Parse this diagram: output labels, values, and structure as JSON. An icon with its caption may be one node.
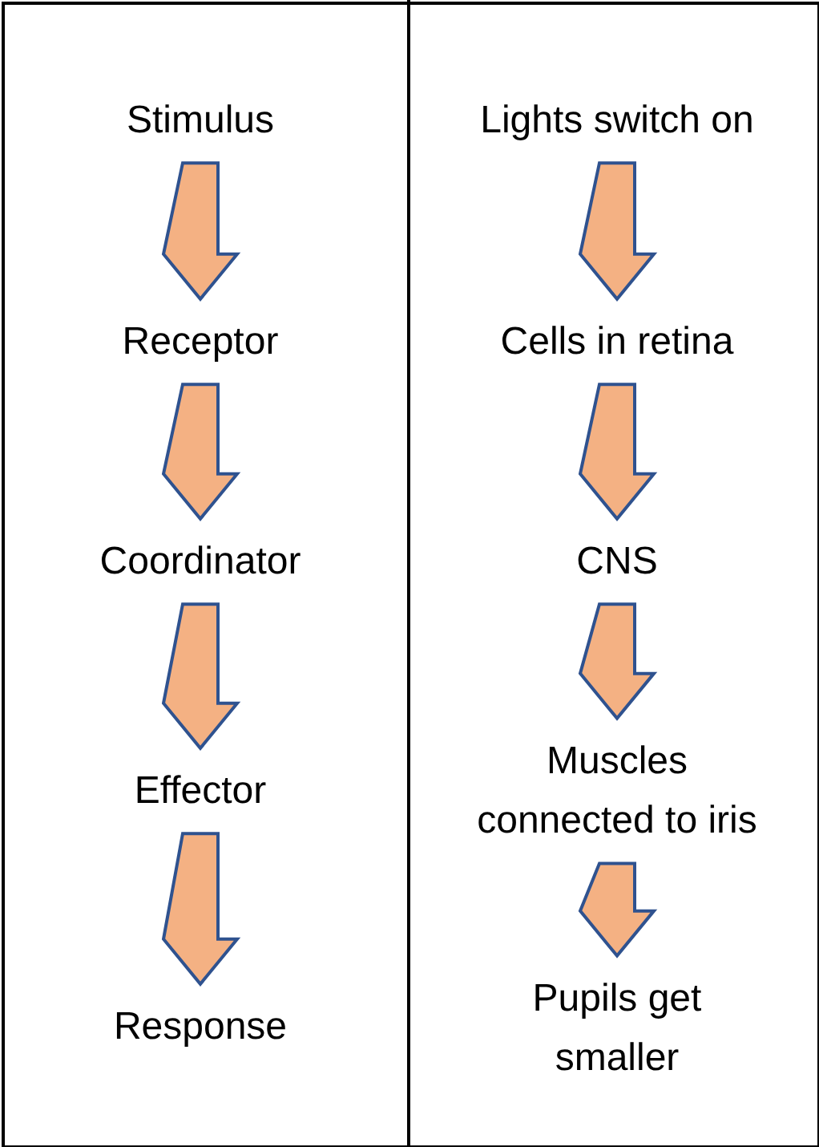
{
  "diagram": {
    "nodes": [
      {
        "text": [
          "Stimulus"
        ]
      },
      {
        "text": [
          "Receptor"
        ]
      },
      {
        "text": [
          "Coordinator"
        ]
      },
      {
        "text": [
          "Effector"
        ]
      },
      {
        "text": [
          "Response"
        ]
      },
      {
        "text": [
          "Lights switch on"
        ]
      },
      {
        "text": [
          "Cells in retina"
        ]
      },
      {
        "text": [
          "CNS"
        ]
      },
      {
        "text": [
          "Muscles connected to iris"
        ]
      },
      {
        "text": [
          "Pupils get smaller"
        ]
      }
    ],
    "edges": [
      {
        "from": 0,
        "to": 1,
        "arrow": "to"
      },
      {
        "from": 1,
        "to": 2,
        "arrow": "to"
      },
      {
        "from": 2,
        "to": 3,
        "arrow": "to"
      },
      {
        "from": 3,
        "to": 4,
        "arrow": "to"
      },
      {
        "from": 5,
        "to": 6,
        "arrow": "to"
      },
      {
        "from": 6,
        "to": 7,
        "arrow": "to"
      },
      {
        "from": 7,
        "to": 8,
        "arrow": "to"
      },
      {
        "from": 8,
        "to": 9,
        "arrow": "to"
      }
    ]
  }
}
